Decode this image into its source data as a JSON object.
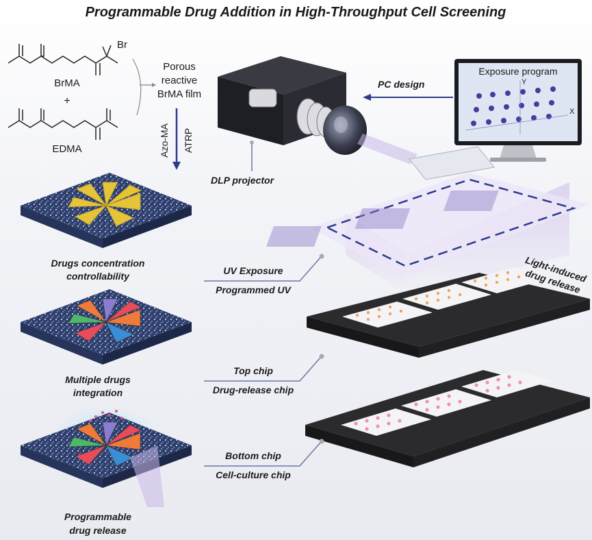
{
  "title": "Programmable Drug Addition in High-Throughput Cell Screening",
  "chemistry": {
    "brma_label": "BrMA",
    "br_atom": "Br",
    "plus_sign": "+",
    "edma_label": "EDMA",
    "film_line1": "Porous",
    "film_line2": "reactive",
    "film_line3": "BrMA film",
    "reagent_azo": "Azo-MA",
    "reagent_atrp": "ATRP"
  },
  "projector": {
    "label": "DLP projector",
    "pc_label": "PC design",
    "monitor_title": "Exposure program",
    "axis_y": "Y",
    "axis_x": "X"
  },
  "panels": [
    {
      "line1": "Drugs concentration",
      "line2": "controllability"
    },
    {
      "line1": "Multiple drugs",
      "line2": "integration"
    },
    {
      "line1": "Programmable",
      "line2": "drug release"
    }
  ],
  "callouts": [
    {
      "line1": "UV Exposure",
      "line2": "Programmed UV"
    },
    {
      "line1": "Top chip",
      "line2": "Drug-release chip"
    },
    {
      "line1": "Bottom chip",
      "line2": "Cell-culture chip"
    }
  ],
  "release_label": {
    "line1": "Light-induced",
    "line2": "drug release"
  },
  "colors": {
    "accent_navy": "#2b3a8c",
    "substrate_navy": "#2e3f6e",
    "wedge_yellow": "#e6c43a",
    "chip_black": "#2b2b2d",
    "well_orange": "#f2a35a",
    "well_pink": "#ef8fb6",
    "uv_purple": "#c9b8e8"
  }
}
